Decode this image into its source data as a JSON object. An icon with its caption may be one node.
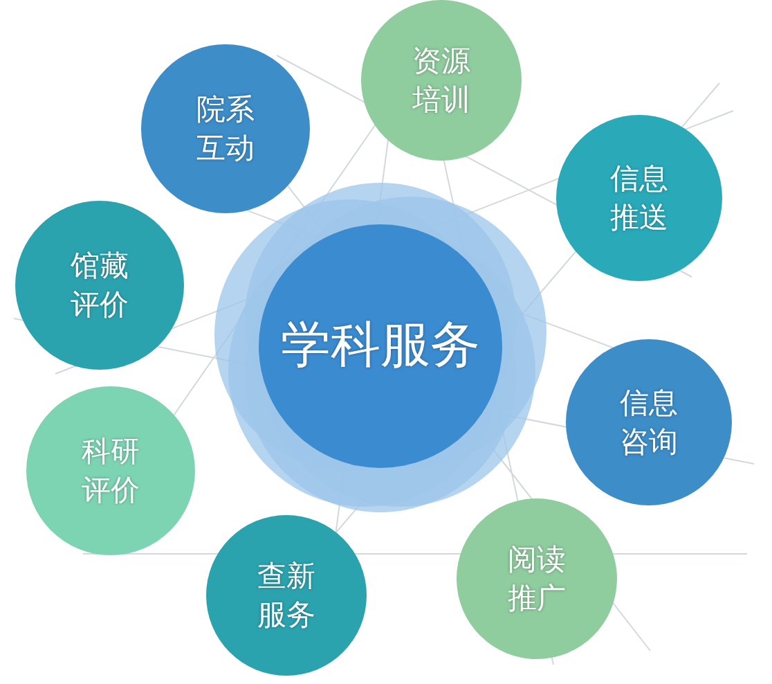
{
  "diagram": {
    "nodes": [
      {
        "text": [
          "学科服务"
        ]
      },
      {
        "text": [
          "院系互动"
        ]
      },
      {
        "text": [
          "资源培训"
        ]
      },
      {
        "text": [
          "信息推送"
        ]
      },
      {
        "text": [
          "馆藏评价"
        ]
      },
      {
        "text": [
          "信息咨询"
        ]
      },
      {
        "text": [
          "科研评价"
        ]
      },
      {
        "text": [
          "查新服务"
        ]
      },
      {
        "text": [
          "阅读推广"
        ]
      }
    ]
  }
}
